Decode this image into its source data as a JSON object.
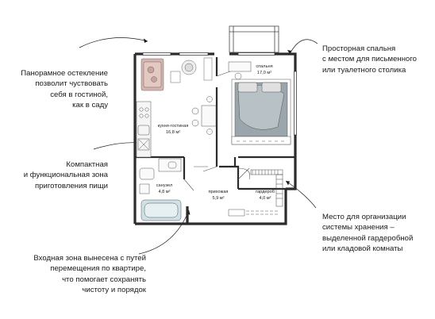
{
  "callouts": {
    "glazing": "Панорамное остекление\nпозволит чуствовать\nсебя в гостиной,\nкак в саду",
    "kitchen": "Компактная\nи функциональная зона\nприготовления пищи",
    "entrance": "Входная зона вынесена с путей\nперемещения по квартире,\nчто помогает сохранять\nчистоту и порядок",
    "bedroom": "Просторная спальня\nс местом для письменного\nили туалетного  столика",
    "storage": "Место для организации\nсистемы хранения –\nвыделенной гардеробной\nили кладовой комнаты"
  },
  "rooms": {
    "kitchen_living": {
      "name": "кухня-гостиная",
      "area": "16,8 м²"
    },
    "bedroom": {
      "name": "спальня",
      "area": "17,0 м²"
    },
    "bathroom": {
      "name": "санузел",
      "area": "4,8 м²"
    },
    "hallway": {
      "name": "прихожая",
      "area": "5,9 м²"
    },
    "wardrobe": {
      "name": "гардероб",
      "area": "4,0 м²"
    }
  },
  "colors": {
    "wall": "#2b2b2b",
    "sofa": "#d8b4ae",
    "bed": "#9aa6ab",
    "furniture_stroke": "#555555"
  }
}
